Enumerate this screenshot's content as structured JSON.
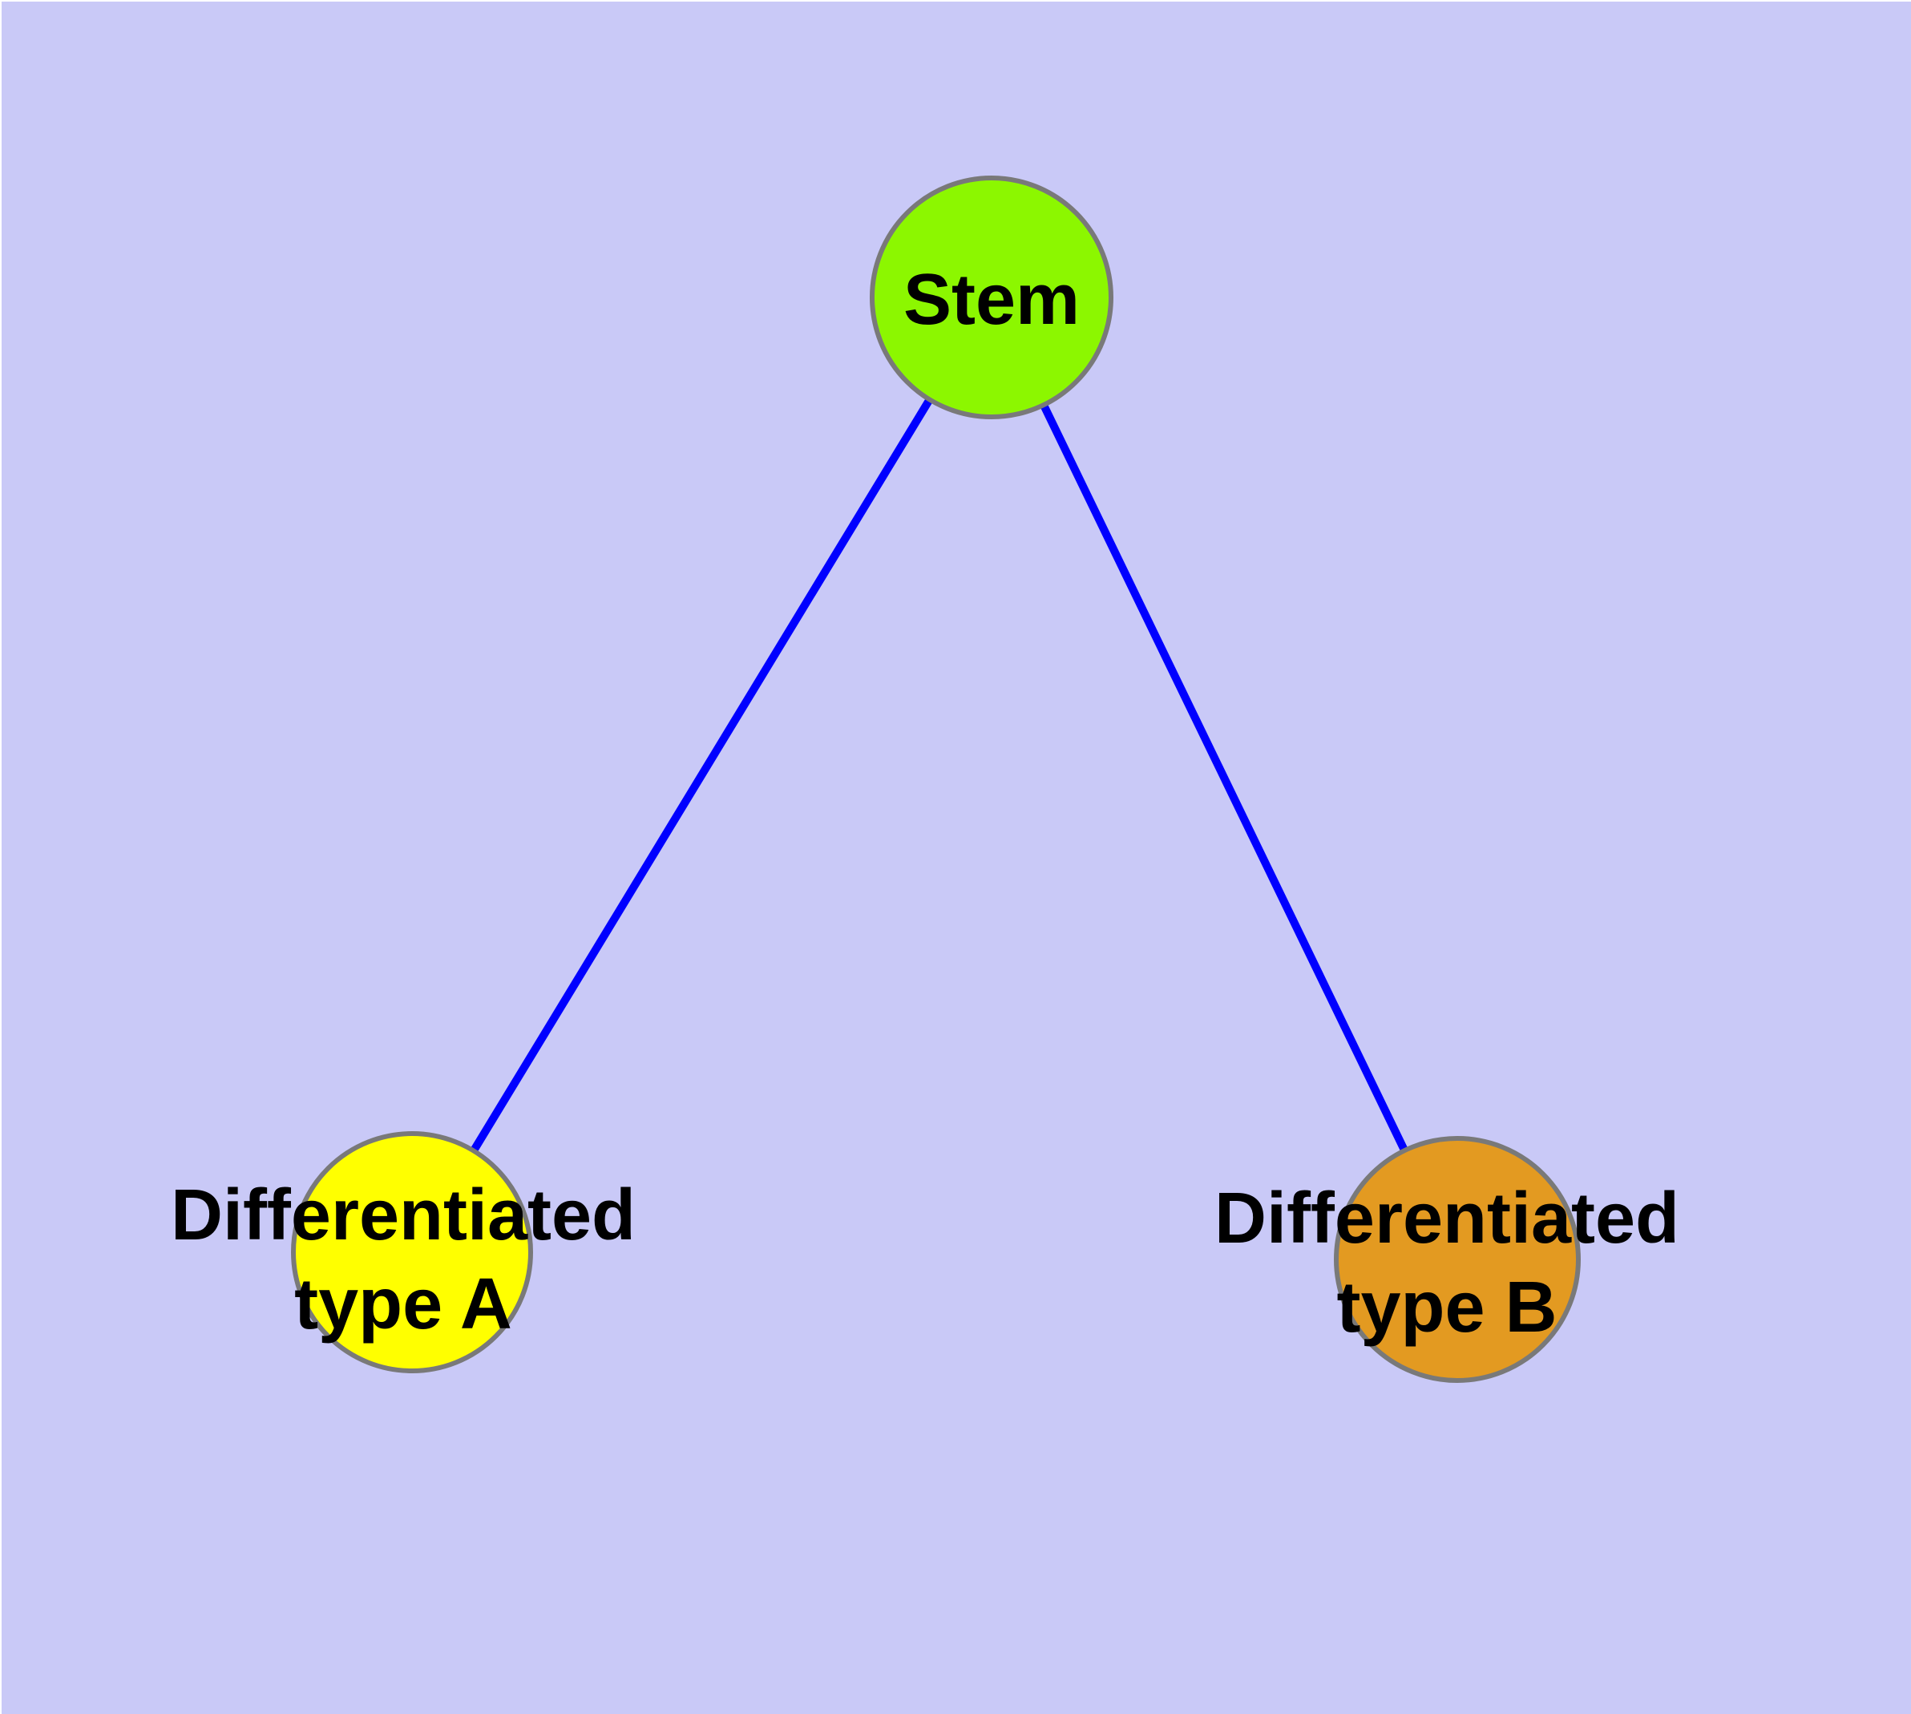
{
  "colors": {
    "background": "#C9C9F7",
    "page_margin": "#FFFFFF",
    "edge": "#0000FF",
    "node_border": "#797979",
    "label_text": "#000000"
  },
  "nodes": {
    "stem": {
      "label": "Stem",
      "fill": "#8CF700"
    },
    "type_a": {
      "label_line1": "Differentiated",
      "label_line2": "type A",
      "fill": "#FFFF00"
    },
    "type_b": {
      "label_line1": "Differentiated",
      "label_line2": "type B",
      "fill": "#E39A21"
    }
  },
  "edges": [
    {
      "from": "Stem",
      "to": "Differentiated type A"
    },
    {
      "from": "Stem",
      "to": "Differentiated type B"
    }
  ]
}
